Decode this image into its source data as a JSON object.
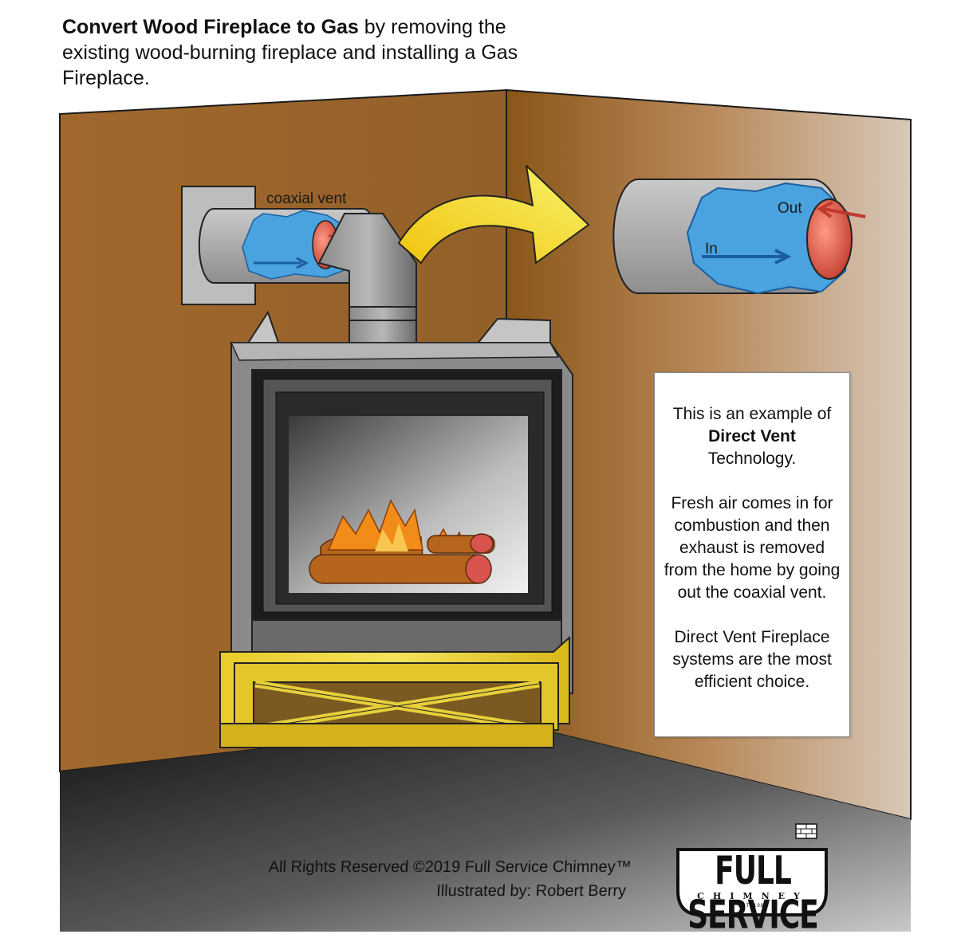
{
  "title": {
    "bold": "Convert Wood Fireplace to Gas",
    "rest": " by removing the existing wood-burning fireplace and installing a Gas Fireplace."
  },
  "labels": {
    "coaxial_vent": "coaxial vent",
    "out": "Out",
    "in": "In"
  },
  "infobox": {
    "line1": "This is an example of",
    "line2": "Direct Vent",
    "line3": "Technology.",
    "para2": "Fresh air comes in for combustion and then exhaust is removed from the home by going out the coaxial vent.",
    "para3": "Direct Vent Fireplace systems are the most efficient choice."
  },
  "credits": {
    "line1": "All Rights Reserved ©2019  Full Service Chimney™",
    "line2": "Illustrated by: Robert Berry"
  },
  "logo": {
    "name": "FULL SERVICE",
    "sub": "CHIMNEY",
    "est": "EST. 1987"
  }
}
